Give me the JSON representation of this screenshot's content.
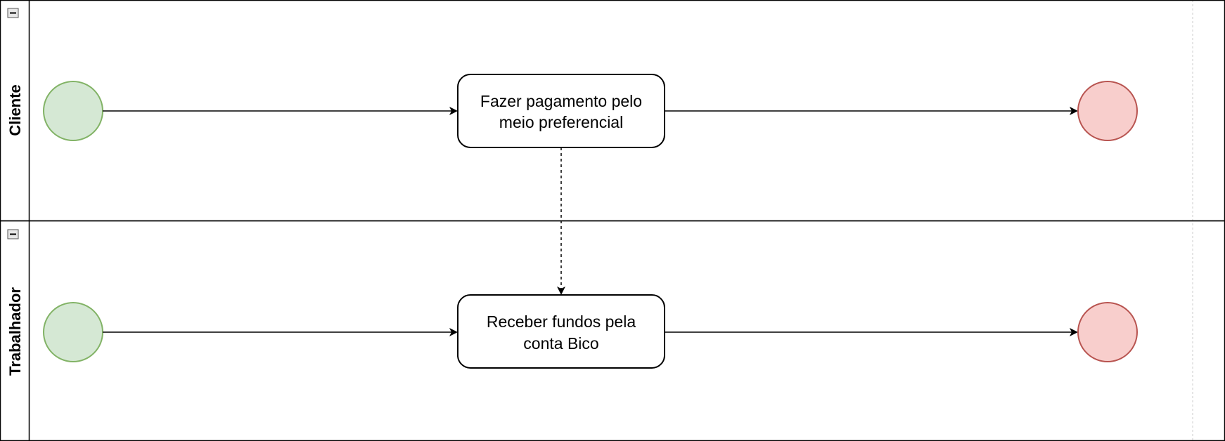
{
  "colors": {
    "lane_border": "#000000",
    "start_fill": "#d5e8d4",
    "start_stroke": "#82b366",
    "end_fill": "#f8cecc",
    "end_stroke": "#b85450",
    "task_fill": "#ffffff",
    "task_stroke": "#000000",
    "flow": "#000000",
    "guide": "#cccccc"
  },
  "lanes": [
    {
      "label": "Cliente",
      "collapse_icon": "minus-icon",
      "task": {
        "lines": [
          "Fazer pagamento pelo",
          "meio preferencial"
        ]
      }
    },
    {
      "label": "Trabalhador",
      "collapse_icon": "minus-icon",
      "task": {
        "lines": [
          "Receber fundos pela",
          "conta Bico"
        ]
      }
    }
  ]
}
